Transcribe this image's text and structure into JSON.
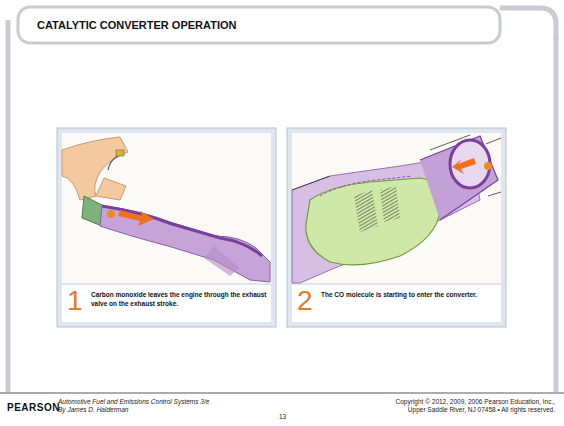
{
  "diagram": {
    "title": "CATALYTIC CONVERTER OPERATION",
    "nodes": [
      {
        "text": [
          "1",
          "Carbon monoxide leaves the engine through the exhaust valve on the exhaust stroke."
        ]
      },
      {
        "text": [
          "2",
          "The CO molecule is starting to enter the converter."
        ]
      }
    ],
    "labels": [
      "PEARSON",
      "Automotive Fuel and Emissions Control Systems 3/e",
      "By James D. Halderman",
      "13",
      "Copyright © 2012, 2009, 2006 Pearson Education, Inc.,",
      "Upper Saddle River, NJ 07458 • All rights reserved."
    ]
  }
}
